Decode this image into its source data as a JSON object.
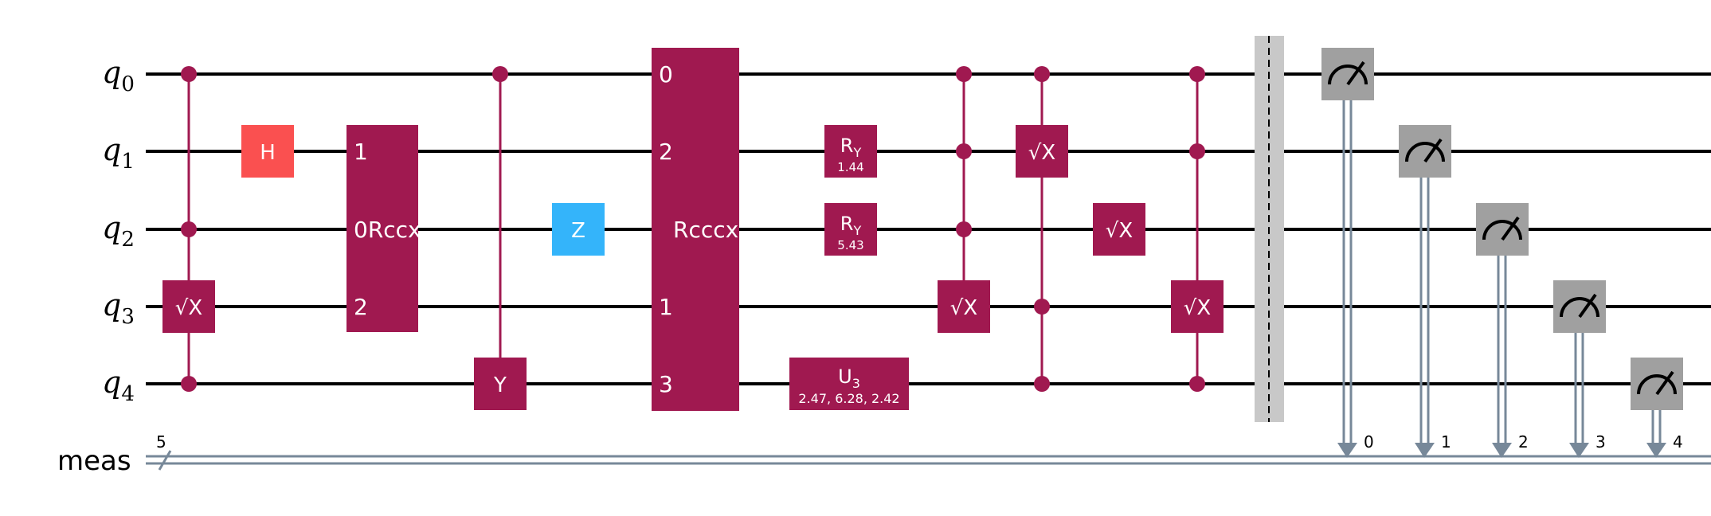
{
  "colors": {
    "wire": "#000000",
    "multi_qubit_gate": "#a01950",
    "h_gate": "#fa5050",
    "z_gate": "#34b4fa",
    "barrier": "#c8c8c8",
    "measure": "#a0a0a0",
    "classical_line": "#778899"
  },
  "qubits": [
    {
      "name": "q",
      "index": "0"
    },
    {
      "name": "q",
      "index": "1"
    },
    {
      "name": "q",
      "index": "2"
    },
    {
      "name": "q",
      "index": "3"
    },
    {
      "name": "q",
      "index": "4"
    }
  ],
  "classical_register": {
    "name": "meas",
    "size": "5"
  },
  "gates": {
    "h": {
      "label": "H"
    },
    "z": {
      "label": "Z"
    },
    "y": {
      "label": "Y"
    },
    "sx_label": "√X",
    "rccx": {
      "label": "0Rccx",
      "pins": [
        "1",
        "2"
      ]
    },
    "rcccx": {
      "label": "Rcccx",
      "pins": [
        "0",
        "2",
        "1",
        "3"
      ]
    },
    "ry_q1": {
      "label": "R",
      "sub": "Y",
      "param": "1.44"
    },
    "ry_q2": {
      "label": "R",
      "sub": "Y",
      "param": "5.43"
    },
    "u3": {
      "label": "U",
      "sub": "3",
      "param": "2.47, 6.28, 2.42"
    }
  },
  "measure_bits": [
    "0",
    "1",
    "2",
    "3",
    "4"
  ],
  "measure_icon": "meter-icon"
}
